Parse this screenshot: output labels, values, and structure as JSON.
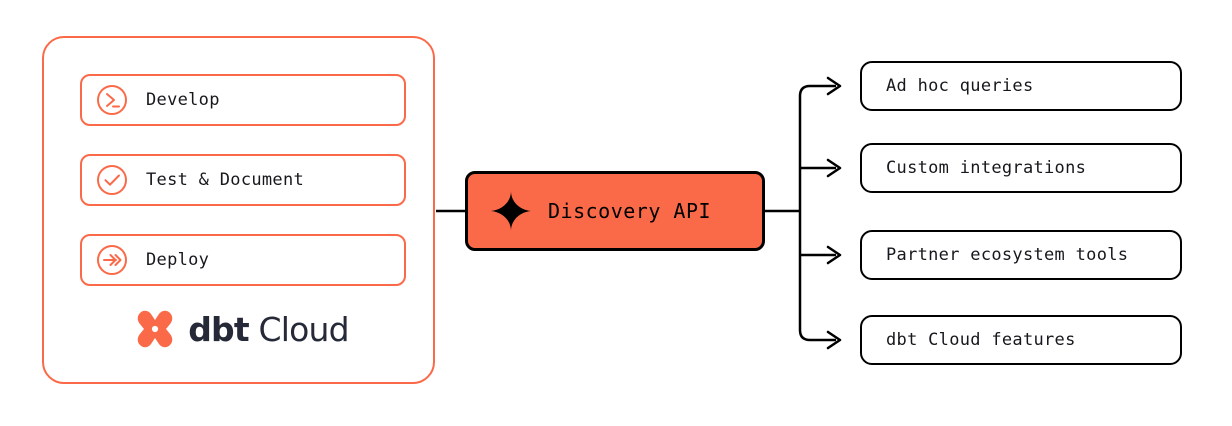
{
  "colors": {
    "coral": "#FB6A48",
    "ink": "#16181d",
    "logo_navy": "#262A38",
    "wire": "#000000",
    "canvas": "#ffffff"
  },
  "left_panel": {
    "name": "dbt Cloud workflow panel",
    "stages": [
      {
        "label": "Develop",
        "icon": "terminal-prompt-icon"
      },
      {
        "label": "Test & Document",
        "icon": "check-circle-icon"
      },
      {
        "label": "Deploy",
        "icon": "double-chevron-arrow-icon"
      }
    ],
    "logo": {
      "mark": "dbt-x-mark-icon",
      "bold_text": "dbt",
      "light_text": "Cloud"
    }
  },
  "center_node": {
    "label": "Discovery API",
    "icon": "sparkle-icon"
  },
  "outputs": [
    {
      "label": "Ad hoc queries"
    },
    {
      "label": "Custom integrations"
    },
    {
      "label": "Partner ecosystem tools"
    },
    {
      "label": "dbt Cloud features"
    }
  ]
}
